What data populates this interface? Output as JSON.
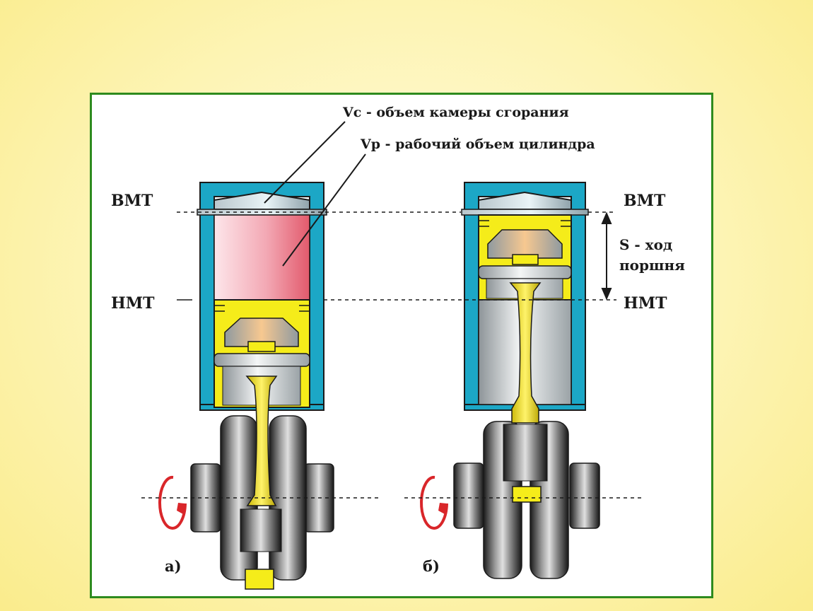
{
  "labels": {
    "vc": "Vc - объем камеры сгорания",
    "vp": "Vp - рабочий объем цилиндра",
    "bmt_left": "ВМТ",
    "nmt_left": "НМТ",
    "bmt_right": "ВМТ",
    "nmt_right": "НМТ",
    "stroke_line1": "S - ход",
    "stroke_line2": "поршня",
    "caption_a": "а)",
    "caption_b": "б)"
  },
  "colors": {
    "frame": "#2e8b1e",
    "cylinder_wall": "#1ca7c6",
    "piston": "#f5ec1a",
    "working_volume": "#e8707a",
    "rotation_arrow": "#d9262a"
  }
}
